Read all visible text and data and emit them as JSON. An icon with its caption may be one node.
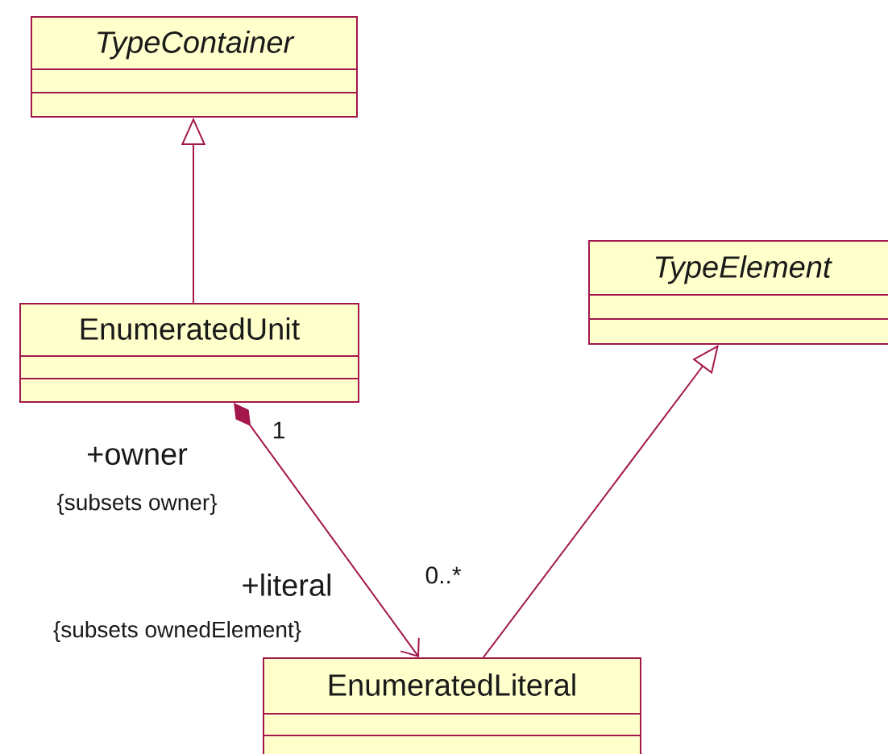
{
  "diagram": {
    "nodes": [
      {
        "text": [
          "TypeContainer"
        ]
      },
      {
        "text": [
          "EnumeratedUnit"
        ]
      },
      {
        "text": [
          "TypeElement"
        ]
      },
      {
        "text": [
          "EnumeratedLiteral"
        ]
      }
    ],
    "edges": [
      {
        "from": 1,
        "to": 0,
        "arrow": "to"
      },
      {
        "from": 3,
        "to": 2,
        "arrow": "to"
      },
      {
        "from": 1,
        "to": 3,
        "arrow": "to"
      }
    ],
    "labels": [
      "1",
      "+owner",
      "{subsets owner}",
      "+literal",
      "{subsets ownedElement}",
      "0..*"
    ]
  }
}
